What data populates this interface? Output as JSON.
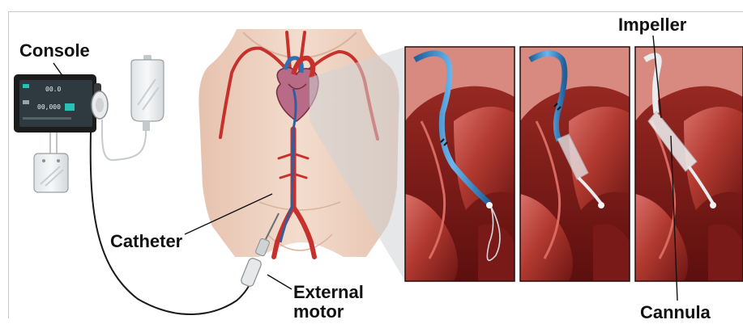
{
  "labels": {
    "console": "Console",
    "catheter": "Catheter",
    "motor_line1": "External",
    "motor_line2": "motor",
    "impeller": "Impeller",
    "cannula": "Cannula"
  },
  "console_screen": {
    "value1": "00.0",
    "value2": "00,000"
  },
  "colors": {
    "catheter_blue": "#3a86c8",
    "artery_red": "#c8302c",
    "heart_tissue": "#8a1f1e",
    "skin": "#eecfbe",
    "console_body": "#1c1c1c",
    "screen_accent": "#29c0b8"
  },
  "icons": {
    "console": "console-device",
    "fluid_bag": "iv-bag",
    "purge_bag": "purge-bag",
    "motor": "external-motor",
    "heart": "heart"
  }
}
